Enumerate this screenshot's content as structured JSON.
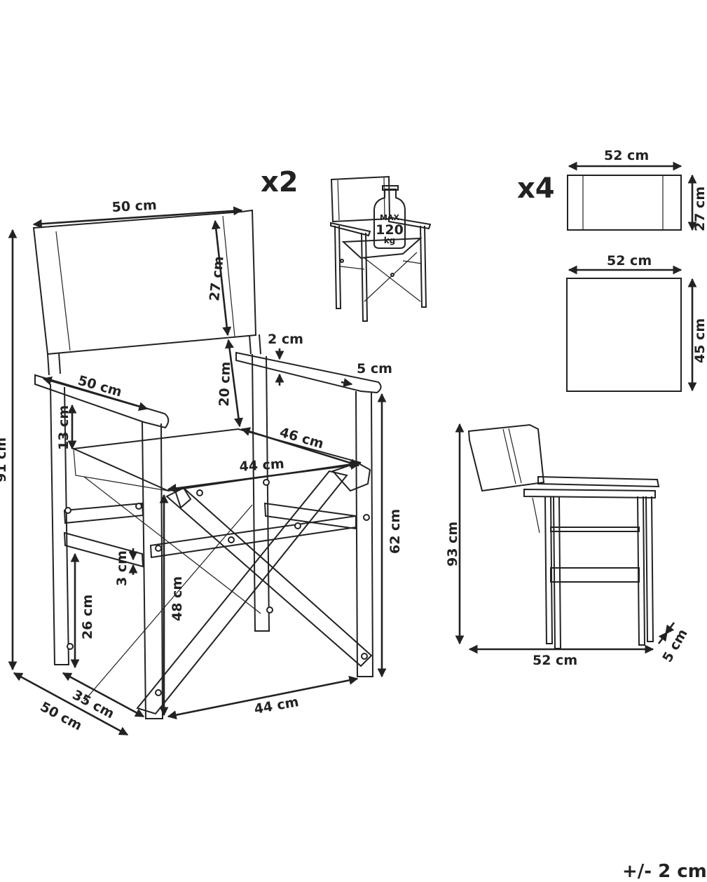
{
  "quantities": {
    "chair_qty": "x2",
    "cushion_qty": "x4"
  },
  "badge": {
    "max": "MAX",
    "weight": "120",
    "unit": "kg"
  },
  "front_view": {
    "backrest_width": "50 cm",
    "backrest_height": "27 cm",
    "overall_height": "91 cm",
    "back_to_seat": "20 cm",
    "armrest_width": "2 cm",
    "armrest_thickness": "5 cm",
    "armrest_length": "50 cm",
    "arm_to_seat": "13 cm",
    "seat_depth": "46 cm",
    "seat_width": "44 cm",
    "armrest_height": "62 cm",
    "leg_thickness": "3 cm",
    "stretcher_height": "26 cm",
    "seat_height": "48 cm",
    "depth_inner": "35 cm",
    "depth_outer": "50 cm",
    "base_width": "44 cm"
  },
  "panels": {
    "back_panel_width": "52 cm",
    "back_panel_height": "27 cm",
    "seat_panel_width": "52 cm",
    "seat_panel_height": "45 cm"
  },
  "folded_view": {
    "height": "93 cm",
    "width": "52 cm",
    "thickness": "5 cm"
  },
  "tolerance": "+/- 2 cm"
}
